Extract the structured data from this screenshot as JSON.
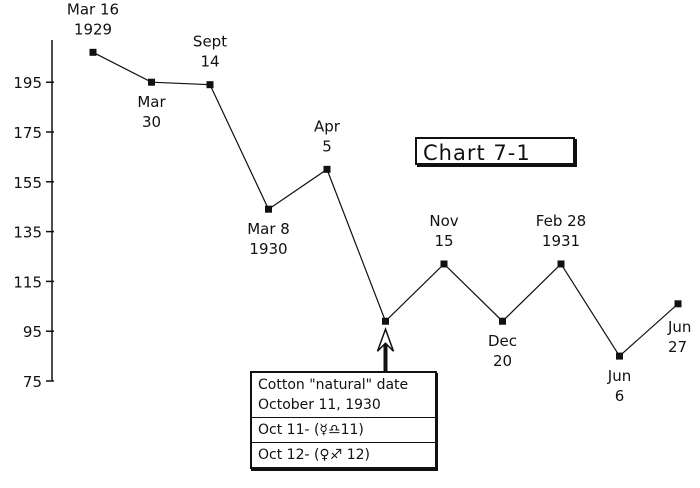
{
  "chart_data": {
    "type": "line",
    "title": "Chart 7-1",
    "xlabel": "",
    "ylabel": "",
    "ylim": [
      75,
      207
    ],
    "yticks": [
      75,
      95,
      115,
      135,
      155,
      175,
      195
    ],
    "grid": false,
    "points": [
      {
        "label": [
          "Mar 16",
          "1929"
        ],
        "value": 207,
        "pos": "above"
      },
      {
        "label": [
          "Mar",
          "30"
        ],
        "value": 195,
        "pos": "below"
      },
      {
        "label": [
          "Sept",
          "14"
        ],
        "value": 194,
        "pos": "above"
      },
      {
        "label": [
          "Mar 8",
          "1930"
        ],
        "value": 144,
        "pos": "below"
      },
      {
        "label": [
          "Apr",
          "5"
        ],
        "value": 160,
        "pos": "above"
      },
      {
        "label": [
          "",
          ""
        ],
        "value": 99,
        "pos": "none"
      },
      {
        "label": [
          "Nov",
          "15"
        ],
        "value": 122,
        "pos": "above"
      },
      {
        "label": [
          "Dec",
          "20"
        ],
        "value": 99,
        "pos": "below"
      },
      {
        "label": [
          "Feb 28",
          "1931"
        ],
        "value": 122,
        "pos": "above"
      },
      {
        "label": [
          "Jun",
          "6"
        ],
        "value": 85,
        "pos": "below"
      },
      {
        "label": [
          "Jun",
          "27"
        ],
        "value": 106,
        "pos": "right"
      }
    ]
  },
  "note": {
    "line1": "Cotton \"natural\" date",
    "line2": "October 11, 1930",
    "line3": "Oct 11- (☿♎11)",
    "line4": "Oct 12- (♀♐ 12)"
  }
}
